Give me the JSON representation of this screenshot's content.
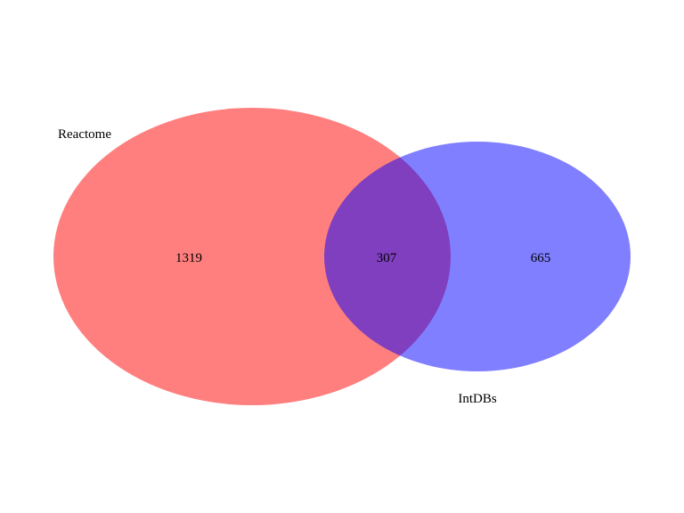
{
  "venn": {
    "sets": [
      {
        "name": "Reactome",
        "color": "#ff0000",
        "opacity": 0.5
      },
      {
        "name": "IntDBs",
        "color": "#0000ff",
        "opacity": 0.5
      }
    ],
    "regions": {
      "only_a": "1319",
      "intersection": "307",
      "only_b": "665"
    }
  }
}
